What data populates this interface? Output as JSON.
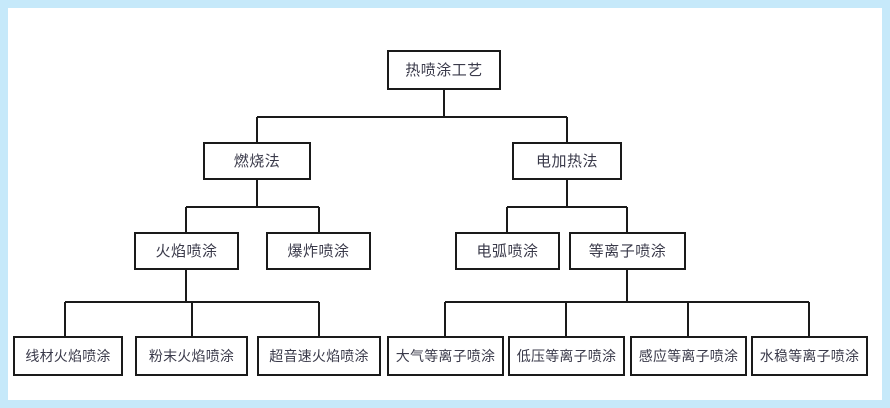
{
  "frame": {
    "border_color": "#c6e9fa",
    "canvas_color": "#ffffff",
    "line_color": "#1a1a1a",
    "text_color": "#3a3a4a"
  },
  "chart_data": {
    "type": "diagram",
    "diagram_kind": "hierarchy-tree",
    "title": "热喷涂工艺",
    "orientation": "top-down",
    "levels": 4,
    "nodes": [
      {
        "id": "n0",
        "label": "热喷涂工艺",
        "level": 0,
        "parent": null
      },
      {
        "id": "n1",
        "label": "燃烧法",
        "level": 1,
        "parent": "n0"
      },
      {
        "id": "n2",
        "label": "电加热法",
        "level": 1,
        "parent": "n0"
      },
      {
        "id": "n3",
        "label": "火焰喷涂",
        "level": 2,
        "parent": "n1"
      },
      {
        "id": "n4",
        "label": "爆炸喷涂",
        "level": 2,
        "parent": "n1"
      },
      {
        "id": "n5",
        "label": "电弧喷涂",
        "level": 2,
        "parent": "n2"
      },
      {
        "id": "n6",
        "label": "等离子喷涂",
        "level": 2,
        "parent": "n2"
      },
      {
        "id": "n7",
        "label": "线材火焰喷涂",
        "level": 3,
        "parent": "n3"
      },
      {
        "id": "n8",
        "label": "粉末火焰喷涂",
        "level": 3,
        "parent": "n3"
      },
      {
        "id": "n9",
        "label": "超音速火焰喷涂",
        "level": 3,
        "parent": "n3"
      },
      {
        "id": "n10",
        "label": "大气等离子喷涂",
        "level": 3,
        "parent": "n6"
      },
      {
        "id": "n11",
        "label": "低压等离子喷涂",
        "level": 3,
        "parent": "n6"
      },
      {
        "id": "n12",
        "label": "感应等离子喷涂",
        "level": 3,
        "parent": "n6"
      },
      {
        "id": "n13",
        "label": "水稳等离子喷涂",
        "level": 3,
        "parent": "n6"
      }
    ],
    "edges": [
      {
        "from": "n0",
        "to": "n1"
      },
      {
        "from": "n0",
        "to": "n2"
      },
      {
        "from": "n1",
        "to": "n3"
      },
      {
        "from": "n1",
        "to": "n4"
      },
      {
        "from": "n2",
        "to": "n5"
      },
      {
        "from": "n2",
        "to": "n6"
      },
      {
        "from": "n3",
        "to": "n7"
      },
      {
        "from": "n3",
        "to": "n8"
      },
      {
        "from": "n3",
        "to": "n9"
      },
      {
        "from": "n6",
        "to": "n10"
      },
      {
        "from": "n6",
        "to": "n11"
      },
      {
        "from": "n6",
        "to": "n12"
      },
      {
        "from": "n6",
        "to": "n13"
      }
    ]
  },
  "tree": {
    "root": {
      "label": "热喷涂工艺"
    },
    "level1": [
      {
        "label": "燃烧法"
      },
      {
        "label": "电加热法"
      }
    ],
    "level2": [
      {
        "label": "火焰喷涂"
      },
      {
        "label": "爆炸喷涂"
      },
      {
        "label": "电弧喷涂"
      },
      {
        "label": "等离子喷涂"
      }
    ],
    "level3": [
      {
        "label": "线材火焰喷涂"
      },
      {
        "label": "粉末火焰喷涂"
      },
      {
        "label": "超音速火焰喷涂"
      },
      {
        "label": "大气等离子喷涂"
      },
      {
        "label": "低压等离子喷涂"
      },
      {
        "label": "感应等离子喷涂"
      },
      {
        "label": "水稳等离子喷涂"
      }
    ]
  }
}
